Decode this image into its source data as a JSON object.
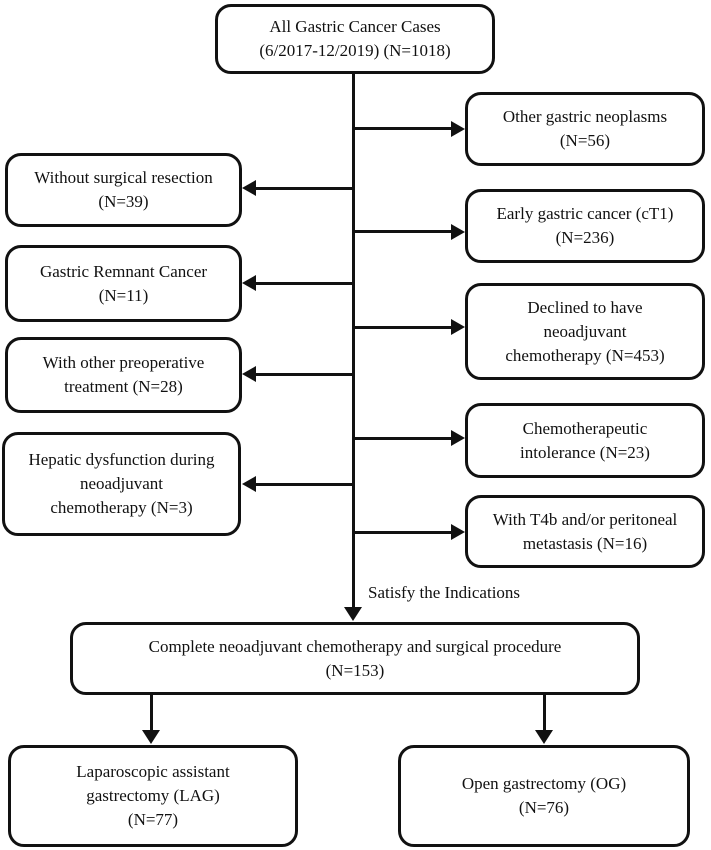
{
  "diagram": {
    "type": "flowchart",
    "background_color": "#ffffff",
    "line_color": "#111111",
    "nodes": {
      "all_cases": {
        "label": "All Gastric Cancer Cases\n(6/2017-12/2019) (N=1018)"
      },
      "other_neoplasms": {
        "label": "Other gastric neoplasms\n(N=56)"
      },
      "early_cancer": {
        "label": "Early gastric cancer (cT1)\n(N=236)"
      },
      "declined_chemo": {
        "label": "Declined to have\nneoadjuvant\nchemotherapy (N=453)"
      },
      "chemo_intolerance": {
        "label": "Chemotherapeutic\nintolerance (N=23)"
      },
      "t4b_metastasis": {
        "label": "With T4b and/or peritoneal\nmetastasis (N=16)"
      },
      "without_resection": {
        "label": "Without surgical resection\n(N=39)"
      },
      "remnant_cancer": {
        "label": "Gastric Remnant Cancer\n(N=11)"
      },
      "preop_treatment": {
        "label": "With other preoperative\ntreatment (N=28)"
      },
      "hepatic_dysfunction": {
        "label": "Hepatic dysfunction during\nneoadjuvant\nchemotherapy (N=3)"
      },
      "complete_treatment": {
        "label": "Complete neoadjuvant chemotherapy and surgical procedure\n(N=153)"
      },
      "lag": {
        "label": "Laparoscopic assistant\ngastrectomy (LAG)\n(N=77)"
      },
      "og": {
        "label": "Open gastrectomy (OG)\n(N=76)"
      }
    },
    "labels": {
      "satisfy_indications": "Satisfy the Indications"
    }
  }
}
